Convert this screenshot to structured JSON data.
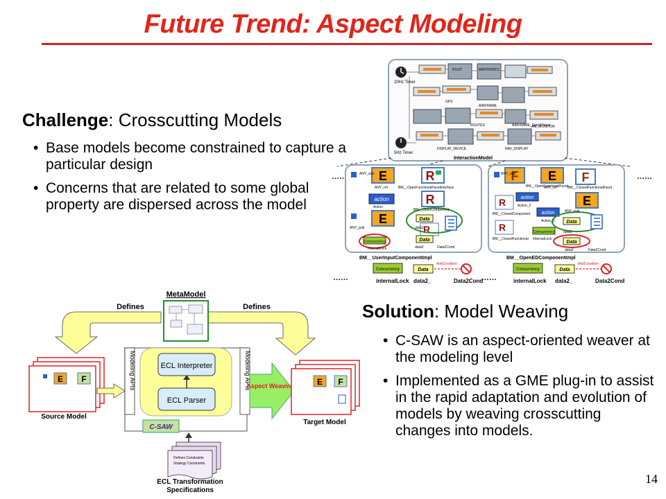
{
  "slide": {
    "title": "Future Trend: Aspect Modeling",
    "page_number": "14"
  },
  "challenge": {
    "heading_bold": "Challenge",
    "heading_rest": ": Crosscutting Models",
    "bullets": [
      "Base models become constrained to capture a particular design",
      "Concerns that are related to some global property are dispersed across the model"
    ]
  },
  "solution": {
    "heading_bold": "Solution",
    "heading_rest": ": Model Weaving",
    "bullets": [
      "C-SAW is an aspect-oriented weaver at the modeling level",
      "Implemented as a GME plug-in to assist in the rapid adaptation and evolution of models by weaving crosscutting changes into models."
    ]
  },
  "interaction_diagram": {
    "model_label": "InteractionModel",
    "ellipsis": "……",
    "blocks": [
      "PILOT",
      "WAYPOINTS",
      "GPS",
      "AIRFRAME",
      "ROUTES",
      "DISPLAY_DEVICE",
      "NAV_DISPLAY",
      "AIRFRAME_SynchProxy",
      "AM_MONITOR"
    ],
    "timers": [
      "20Hz Timer",
      "5Hz Timer"
    ],
    "left_impl": {
      "label": "BM__UserInputComponentImpl",
      "items": [
        "ANY_sub",
        "ANY_ref",
        "action",
        "Action",
        "ANY_pub",
        "BM__OpenFunctionalFacetInterface",
        "BM__OpenComponent",
        "data1",
        "data2",
        "Concurrency",
        "InternalLock",
        "Data2Cond"
      ],
      "bottom": [
        "Concurrency",
        "internalLock",
        "data2_",
        "AddCondition",
        "Data2Cond"
      ]
    },
    "right_impl": {
      "label": "BM__OpenEDComponentImpl",
      "items": [
        "ANY_sub",
        "BM__OpenFunctionalFacet",
        "ANY_ref",
        "BM__ClosedFunctionalFacet",
        "Action_2",
        "ANY_pub",
        "Action_1",
        "BM__ClosedComponent",
        "BM__ClosedFunctional",
        "data1",
        "data2",
        "InternalLock",
        "Data2Cond"
      ],
      "bottom": [
        "Concurrency",
        "internalLock",
        "data2_",
        "AddCondition",
        "Data2Cond"
      ]
    }
  },
  "weaving_diagram": {
    "metamodel": "MetaModel",
    "defines_left": "Defines",
    "defines_right": "Defines",
    "modeling_apis": "Modeling APIs",
    "ecl_interpreter": "ECL Interpreter",
    "ecl_parser": "ECL Parser",
    "aspect_weaving": "Aspect Weaving",
    "source_model": "Source Model",
    "target_model": "Target Model",
    "csaw_logo": "C-SAW",
    "ecl_spec_line1": "ECL Transformation",
    "ecl_spec_line2": "Specifications",
    "spec_page_text": [
      "Defines Constraints",
      "Strategy Constraints"
    ]
  },
  "colors": {
    "title": "#e0251b",
    "model_e_block": "#f5a623",
    "model_r_block": "#ffffff",
    "concurrency": "#99cc33",
    "ellipse": "#2a8c2a",
    "red_ellipse": "#d22",
    "arrow_fill": "#ffff99",
    "aspect_arrow": "#99ee66",
    "ecl_box": "#d9ecf9"
  },
  "icons": [
    "e-block-icon",
    "r-block-icon",
    "f-block-icon",
    "action-icon",
    "data-icon",
    "concurrency-icon",
    "no-entry-icon",
    "clock-icon"
  ]
}
